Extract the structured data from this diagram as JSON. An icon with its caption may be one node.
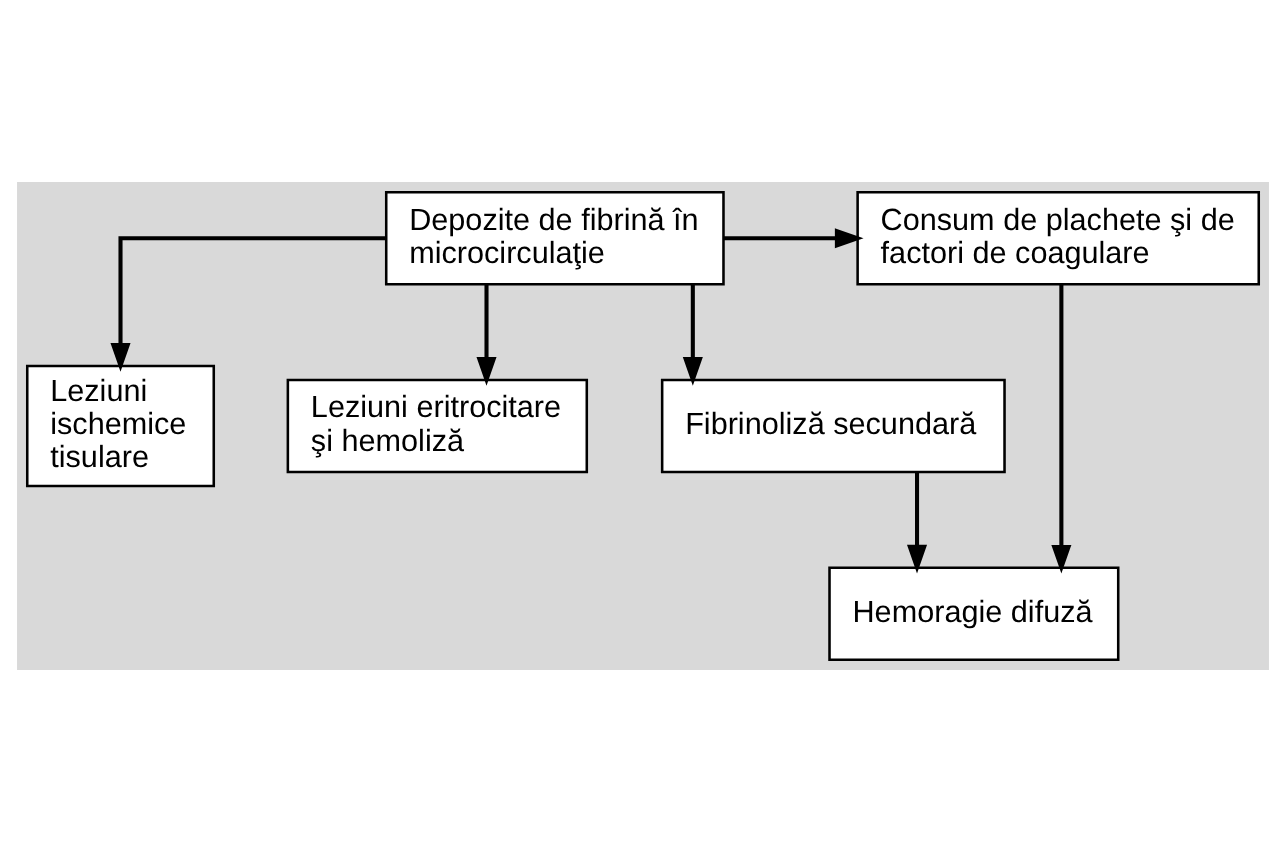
{
  "diagram": {
    "nodes": [
      {
        "text": [
          "Depozite de fibrină în microcirculaţie"
        ]
      },
      {
        "text": [
          "Consum de plachete şi de factori de coagulare"
        ]
      },
      {
        "text": [
          "Leziuni ischemice tisulare"
        ]
      },
      {
        "text": [
          "Leziuni eritrocitare şi hemoliză"
        ]
      },
      {
        "text": [
          "Fibrinoliză secundară"
        ]
      },
      {
        "text": [
          "Hemoragie difuză"
        ]
      }
    ],
    "edges": [
      {
        "from": 0,
        "to": 1,
        "arrow": "to"
      },
      {
        "from": 0,
        "to": 2,
        "arrow": "to"
      },
      {
        "from": 0,
        "to": 3,
        "arrow": "to"
      },
      {
        "from": 0,
        "to": 4,
        "arrow": "to"
      },
      {
        "from": 4,
        "to": 5,
        "arrow": "to"
      },
      {
        "from": 1,
        "to": 5,
        "arrow": "to"
      }
    ]
  }
}
